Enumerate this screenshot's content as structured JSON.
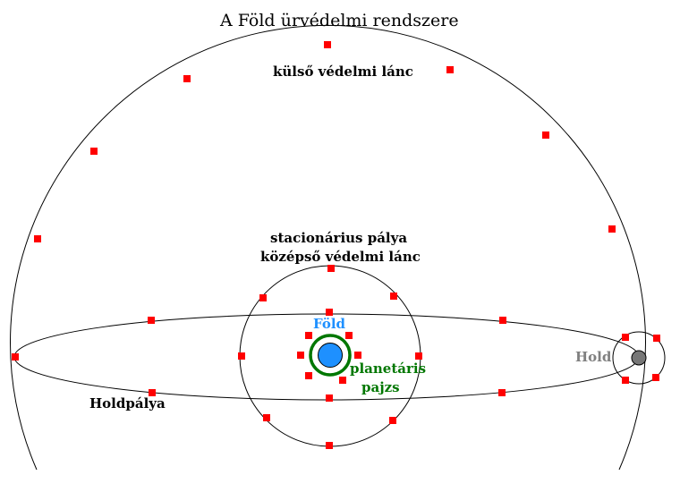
{
  "title": "A Föld ürvédelmi rendszere",
  "labels": {
    "outer_chain": "külső védelmi lánc",
    "stationary_orbit": "stacionárius pálya",
    "middle_chain": "középső védelmi lánc",
    "earth": "Föld",
    "planetary_shield_line1": "planetáris",
    "planetary_shield_line2": "pajzs",
    "moon": "Hold",
    "moon_orbit": "Holdpálya"
  },
  "colors": {
    "station": "#ff0000",
    "earth_fill": "#1e90ff",
    "earth_label": "#1e90ff",
    "shield": "#007700",
    "shield_label": "#007700",
    "moon_fill": "#777777",
    "moon_label": "#808080",
    "line": "#000000"
  },
  "icons": {
    "station": "red-square",
    "earth": "blue-circle",
    "moon": "gray-circle"
  }
}
